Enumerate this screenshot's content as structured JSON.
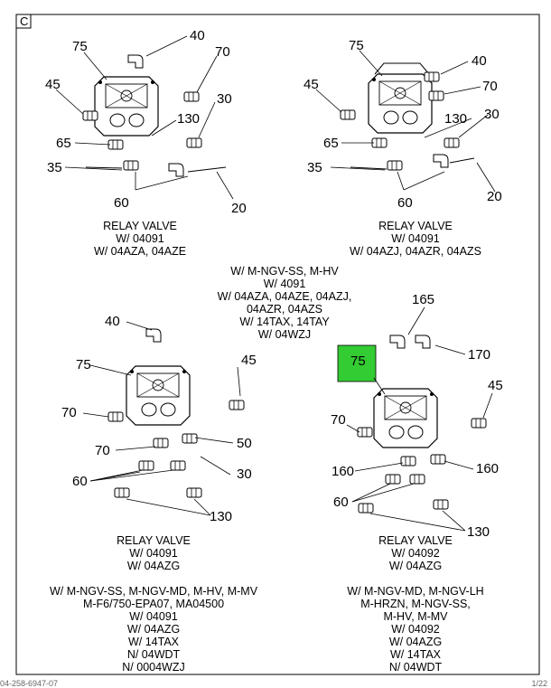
{
  "sheet": {
    "panel_letter": "C",
    "footer_left": "04-258-6947-07",
    "footer_right": "1/22"
  },
  "views": {
    "top_left": {
      "callouts": [
        "75",
        "40",
        "45",
        "70",
        "30",
        "130",
        "65",
        "35",
        "60",
        "20"
      ],
      "caption": [
        "RELAY VALVE",
        "W/ 04091",
        "W/ 04AZA, 04AZE"
      ]
    },
    "top_right": {
      "callouts": [
        "75",
        "40",
        "45",
        "70",
        "130",
        "30",
        "65",
        "35",
        "60",
        "20"
      ],
      "caption": [
        "RELAY VALVE",
        "W/ 04091",
        "W/ 04AZJ, 04AZR, 04AZS"
      ]
    },
    "center_note": [
      "W/ M-NGV-SS, M-HV",
      "W/ 4091",
      "W/ 04AZA, 04AZE, 04AZJ,",
      "04AZR, 04AZS",
      "W/ 14TAX, 14TAY",
      "W/ 04WZJ"
    ],
    "bottom_left": {
      "callouts": [
        "40",
        "75",
        "45",
        "70",
        "70",
        "50",
        "60",
        "30",
        "130"
      ],
      "caption": [
        "RELAY VALVE",
        "W/ 04091",
        "W/ 04AZG"
      ],
      "note": [
        "W/ M-NGV-SS, M-NGV-MD, M-HV, M-MV",
        "M-F6/750-EPA07, MA04500",
        "W/ 04091",
        "W/ 04AZG",
        "W/ 14TAX",
        "N/ 04WDT",
        "N/ 0004WZJ"
      ]
    },
    "bottom_right": {
      "callouts": [
        "165",
        "75",
        "170",
        "45",
        "70",
        "160",
        "160",
        "60",
        "130"
      ],
      "highlight_color": "#33cc33",
      "caption": [
        "RELAY VALVE",
        "W/ 04092",
        "W/ 04AZG"
      ],
      "note": [
        "W/ M-NGV-MD, M-NGV-LH",
        "M-HRZN, M-NGV-SS,",
        "M-HV, M-MV",
        "W/ 04092",
        "W/ 04AZG",
        "W/ 14TAX",
        "N/ 04WDT"
      ]
    }
  }
}
